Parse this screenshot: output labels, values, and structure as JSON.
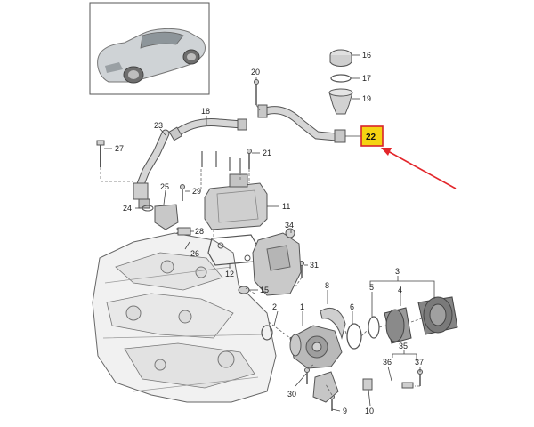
{
  "colors": {
    "line": "#444444",
    "part_fill": "#d9d9d9",
    "part_stroke": "#555555",
    "engine_fill": "#efefef",
    "highlight_fill": "#f5d312",
    "highlight_stroke": "#d8232a",
    "arrow": "#e3262b"
  },
  "thumbnail_icon": "sports-car-icon",
  "highlighted_part": "22",
  "callouts": {
    "c1": "1",
    "c2": "2",
    "c3": "3",
    "c4": "4",
    "c5": "5",
    "c6": "6",
    "c8": "8",
    "c9": "9",
    "c10": "10",
    "c11": "11",
    "c12": "12",
    "c15": "15",
    "c16": "16",
    "c17": "17",
    "c18": "18",
    "c19": "19",
    "c20": "20",
    "c21": "21",
    "c22": "22",
    "c23": "23",
    "c24": "24",
    "c25": "25",
    "c26": "26",
    "c27": "27",
    "c28": "28",
    "c29": "29",
    "c30": "30",
    "c31": "31",
    "c34": "34",
    "c35": "35",
    "c36": "36",
    "c37": "37"
  }
}
